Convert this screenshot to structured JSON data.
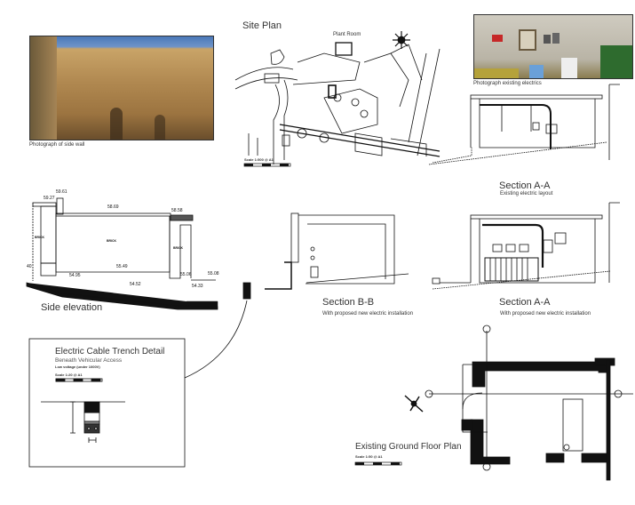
{
  "sheet": {
    "photo_side_wall": {
      "caption": "Photograph of side wall"
    },
    "site_plan": {
      "title": "Site Plan",
      "label": "Plant Room",
      "scale": "Scale 1:500 @ A1"
    },
    "photo_electrics": {
      "caption": "Photograph existing electrics"
    },
    "section_aa_existing": {
      "title": "Section A-A",
      "subtitle": "Existing electric layout"
    },
    "side_elevation": {
      "title": "Side elevation",
      "levels": [
        "59.61",
        "59.27",
        "58.69",
        "58.58",
        "55.49",
        "54.95",
        "54.52",
        "55.06",
        "55.08",
        "54.33",
        "40"
      ],
      "material": "BRICK"
    },
    "section_bb": {
      "title": "Section B-B",
      "subtitle": "With proposed new electric installation"
    },
    "section_aa_proposed": {
      "title": "Section A-A",
      "subtitle": "With proposed new electric installation"
    },
    "trench_detail": {
      "title": "Electric Cable Trench Detail",
      "subtitle": "Beneath Vehicular Access",
      "note": "Low voltage (under 1000V)",
      "scale": "Scale 1:20 @ A1"
    },
    "ground_floor_plan": {
      "title": "Existing Ground Floor Plan",
      "scale": "Scale 1:50 @ A1"
    }
  }
}
